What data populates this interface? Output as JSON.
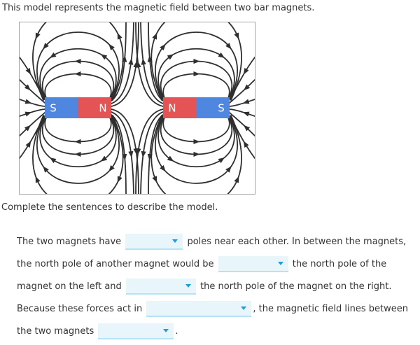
{
  "page": {
    "intro": "This model represents the magnetic field between two bar magnets.",
    "instruction": "Complete the sentences to describe the model."
  },
  "colors": {
    "text": "#333333",
    "north_pole": "#e45454",
    "south_pole": "#4e86e0",
    "field_line": "#2f2f2f",
    "figure_border": "#a3a3a3",
    "dropdown_fill": "#e8f6fc",
    "dropdown_underline": "#b5e2f5",
    "dropdown_arrow": "#1e9cd7"
  },
  "diagram": {
    "left_magnet": {
      "left_pole": "S",
      "right_pole": "N"
    },
    "right_magnet": {
      "left_pole": "N",
      "right_pole": "S"
    }
  },
  "sentences": {
    "lines": [
      {
        "parts": [
          {
            "type": "text",
            "value": "The two magnets have"
          },
          {
            "type": "dropdown",
            "id": "dropdown-1",
            "width": 82,
            "value": ""
          },
          {
            "type": "text",
            "value": "poles near each other. In between the magnets,"
          }
        ]
      },
      {
        "parts": [
          {
            "type": "text",
            "value": "the north pole of another magnet would be"
          },
          {
            "type": "dropdown",
            "id": "dropdown-2",
            "width": 100,
            "value": ""
          },
          {
            "type": "text",
            "value": "the north pole of the"
          }
        ]
      },
      {
        "parts": [
          {
            "type": "text",
            "value": "magnet on the left and"
          },
          {
            "type": "dropdown",
            "id": "dropdown-3",
            "width": 100,
            "value": ""
          },
          {
            "type": "text",
            "value": "the north pole of the magnet on the right."
          }
        ]
      },
      {
        "parts": [
          {
            "type": "text",
            "value": "Because these forces act in"
          },
          {
            "type": "dropdown",
            "id": "dropdown-4",
            "width": 150,
            "value": ""
          },
          {
            "type": "text",
            "value": ", the magnetic field lines between",
            "tight": true
          }
        ]
      },
      {
        "parts": [
          {
            "type": "text",
            "value": "the two magnets"
          },
          {
            "type": "dropdown",
            "id": "dropdown-5",
            "width": 108,
            "value": ""
          },
          {
            "type": "text",
            "value": ".",
            "tight": true
          }
        ]
      }
    ]
  }
}
